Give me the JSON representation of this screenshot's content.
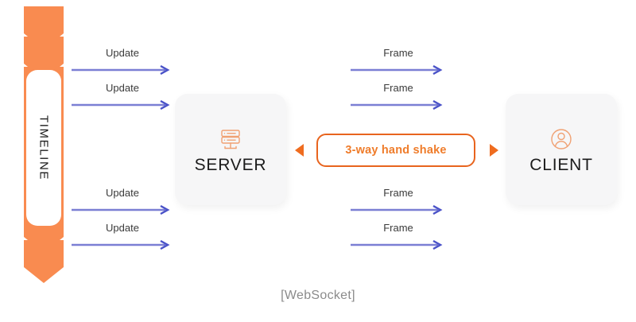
{
  "diagram": {
    "caption": "[WebSocket]",
    "colors": {
      "timeline_orange": "#f98b50",
      "accent_orange": "#e8641e",
      "handshake_text": "#ef7c2a",
      "arrow_purple": "#7b7fd4",
      "box_background": "#f6f6f7",
      "label_text": "#3a3a3a",
      "caption_text": "#8b8b8b"
    }
  },
  "timeline": {
    "label": "TIMELINE",
    "icon": "timeline-chevron-arrow"
  },
  "nodes": [
    {
      "id": "server",
      "label": "SERVER",
      "icon": "server-rack-icon"
    },
    {
      "id": "client",
      "label": "CLIENT",
      "icon": "user-circle-icon"
    }
  ],
  "handshake": {
    "label": "3-way hand shake",
    "left_icon": "triangle-left-icon",
    "right_icon": "triangle-right-icon"
  },
  "messages": {
    "left_column": [
      {
        "label": "Update",
        "direction": "right"
      },
      {
        "label": "Update",
        "direction": "right"
      },
      {
        "label": "Update",
        "direction": "right"
      },
      {
        "label": "Update",
        "direction": "right"
      }
    ],
    "right_column": [
      {
        "label": "Frame",
        "direction": "right"
      },
      {
        "label": "Frame",
        "direction": "right"
      },
      {
        "label": "Frame",
        "direction": "right"
      },
      {
        "label": "Frame",
        "direction": "right"
      }
    ]
  }
}
